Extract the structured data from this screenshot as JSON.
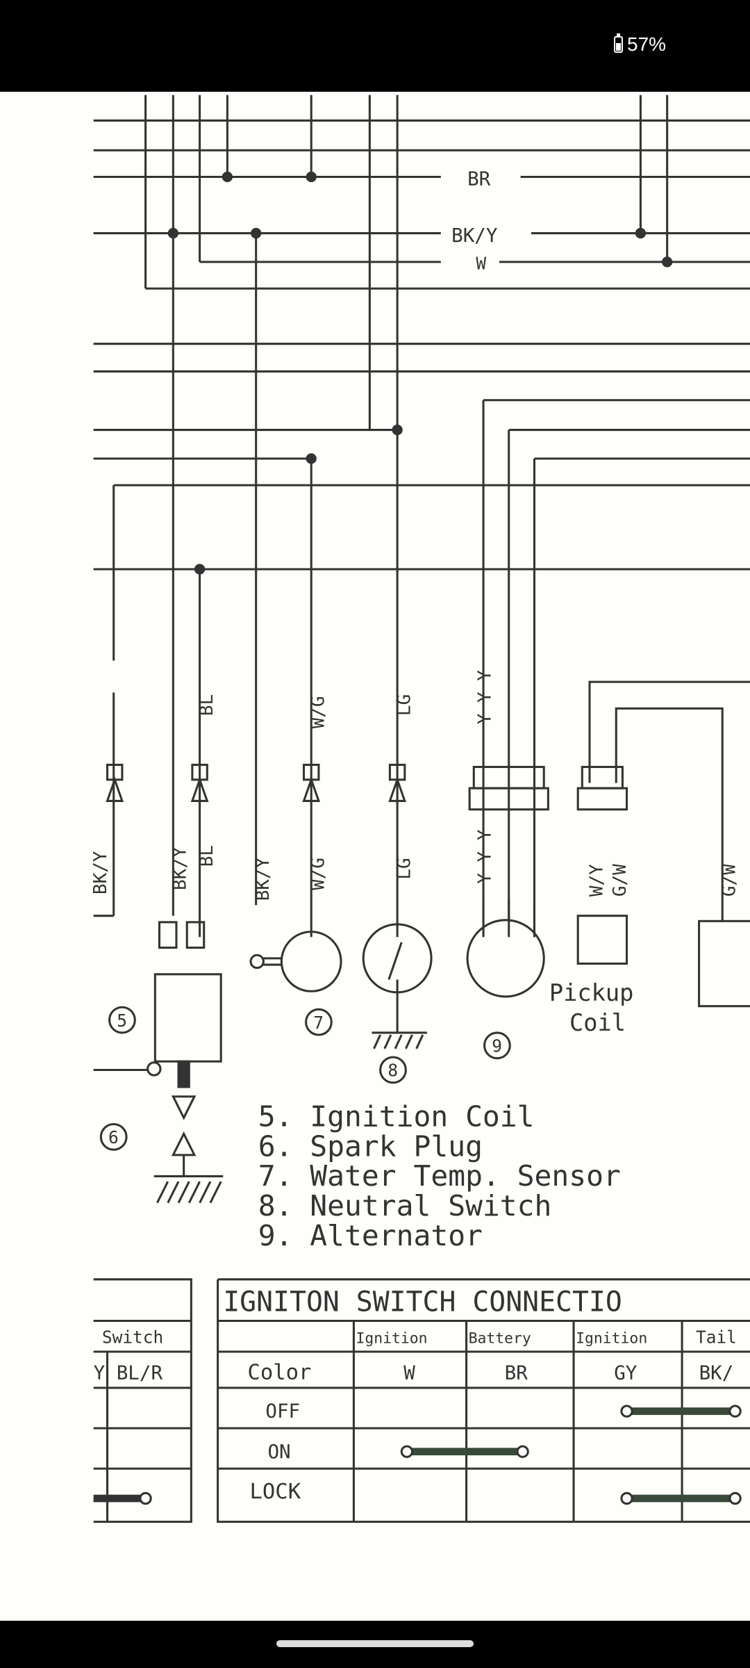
{
  "status_bar": {
    "battery": "57%",
    "battery_icon": "battery-icon"
  },
  "diagram": {
    "wire_labels": {
      "br": "BR",
      "bky": "BK/Y",
      "w": "W",
      "bky_coil": "BK/Y",
      "bl_top": "BL",
      "bl_bottom": "BL",
      "bky_sensor": "BK/Y",
      "wg_top": "W/G",
      "wg_bottom": "W/G",
      "lg_top": "LG",
      "lg_bottom": "LG",
      "y_top": "Y Y Y",
      "y_bottom": "Y Y Y",
      "wy": "W/Y",
      "gw": "G/W",
      "gw_right": "G/W",
      "partial_left": "BK/Y"
    },
    "callouts": [
      "5",
      "6",
      "7",
      "8",
      "9"
    ],
    "pickup_label": [
      "Pickup",
      "Coil"
    ],
    "legend": [
      "5. Ignition Coil",
      "6. Spark Plug",
      "7. Water Temp. Sensor",
      "8. Neutral Switch",
      "9. Alternator"
    ]
  },
  "left_table": {
    "header": "Switch",
    "color": "Y BL/R"
  },
  "ignition_table": {
    "title": "IGNITON SWITCH CONNECTIO",
    "columns": [
      "Ignition",
      "Battery",
      "Ignition",
      "Tail"
    ],
    "color_label": "Color",
    "colors": [
      "W",
      "BR",
      "GY",
      "BK/"
    ],
    "rows": [
      {
        "label": "OFF",
        "connect": [
          2,
          3
        ]
      },
      {
        "label": "ON",
        "connect": [
          0,
          1
        ]
      },
      {
        "label": "LOCK",
        "connect": [
          2,
          3
        ]
      }
    ]
  }
}
